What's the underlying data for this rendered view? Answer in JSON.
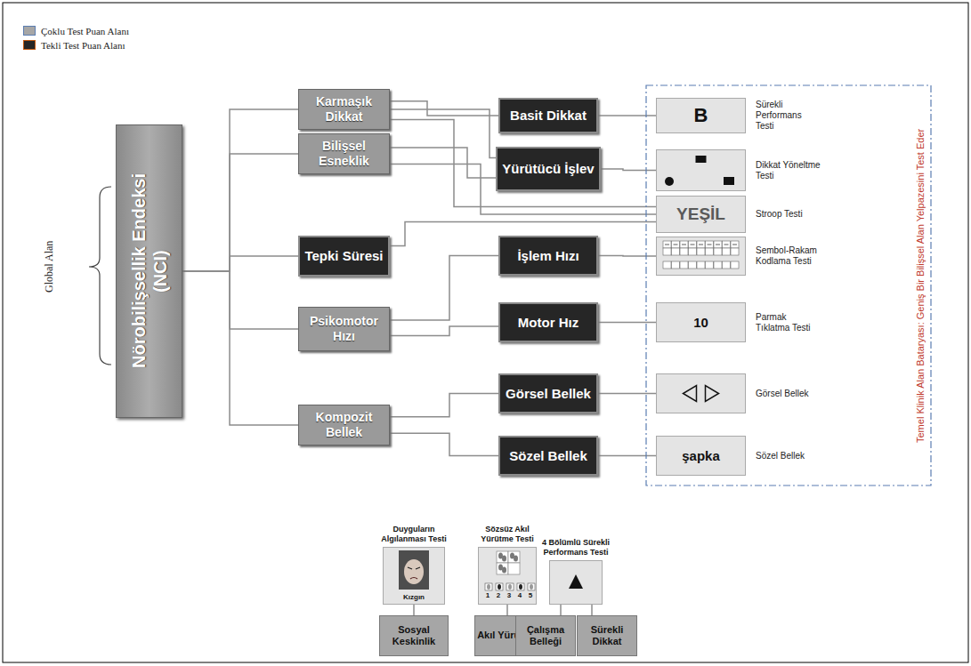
{
  "diagram": {
    "nodes": [
      {
        "text": [
          "Nörobilişsellik Endeksi (NCI)"
        ]
      },
      {
        "text": [
          "Karmaşık Dikkat"
        ]
      },
      {
        "text": [
          "Bilişsel Esneklik"
        ]
      },
      {
        "text": [
          "Tepki Süresi"
        ]
      },
      {
        "text": [
          "Psikomotor Hızı"
        ]
      },
      {
        "text": [
          "Kompozit Bellek"
        ]
      },
      {
        "text": [
          "Basit Dikkat"
        ]
      },
      {
        "text": [
          "Yürütücü İşlev"
        ]
      },
      {
        "text": [
          "İşlem Hızı"
        ]
      },
      {
        "text": [
          "Motor Hız"
        ]
      },
      {
        "text": [
          "Görsel Bellek"
        ]
      },
      {
        "text": [
          "Sözel Bellek"
        ]
      },
      {
        "text": [
          "Temel Klinik Alan Bataryası: Geniş Bir Bilişsel Alan Yelpazesini Test Eder"
        ]
      },
      {
        "text": [
          "B",
          "Sürekli Performans Testi"
        ],
        "in": 12
      },
      {
        "text": [
          "Dikkat Yöneltme Testi"
        ],
        "in": 12
      },
      {
        "text": [
          "YEŞİL",
          "Stroop Testi"
        ],
        "in": 12
      },
      {
        "text": [
          "Sembol-Rakam Kodlama Testi"
        ],
        "in": 12
      },
      {
        "text": [
          "10",
          "Parmak Tıklatma Testi"
        ],
        "in": 12
      },
      {
        "text": [
          "Görsel Bellek"
        ],
        "in": 12
      },
      {
        "text": [
          "şapka",
          "Sözel Bellek"
        ],
        "in": 12
      },
      {
        "text": [
          "Duyguların Algılanması Testi",
          "Kızgın"
        ]
      },
      {
        "text": [
          "Sözsüz Akıl Yürütme Testi"
        ]
      },
      {
        "text": [
          "4 Bölümlü Sürekli Performans Testi"
        ]
      },
      {
        "text": [
          "Sosyal Keskinlik"
        ]
      },
      {
        "text": [
          "Akıl Yürütme"
        ]
      },
      {
        "text": [
          "Çalışma Belleği"
        ]
      },
      {
        "text": [
          "Sürekli Dikkat"
        ]
      }
    ],
    "edges": [
      {
        "from": 0,
        "to": 1,
        "arrow": "none"
      },
      {
        "from": 0,
        "to": 2,
        "arrow": "none"
      },
      {
        "from": 0,
        "to": 3,
        "arrow": "none"
      },
      {
        "from": 0,
        "to": 4,
        "arrow": "none"
      },
      {
        "from": 0,
        "to": 5,
        "arrow": "none"
      },
      {
        "from": 1,
        "to": 6,
        "arrow": "none"
      },
      {
        "from": 1,
        "to": 7,
        "arrow": "none"
      },
      {
        "from": 1,
        "to": 15,
        "arrow": "none"
      },
      {
        "from": 2,
        "to": 7,
        "arrow": "none"
      },
      {
        "from": 2,
        "to": 15,
        "arrow": "none"
      },
      {
        "from": 3,
        "to": 15,
        "arrow": "none"
      },
      {
        "from": 4,
        "to": 8,
        "arrow": "none"
      },
      {
        "from": 4,
        "to": 9,
        "arrow": "none"
      },
      {
        "from": 5,
        "to": 10,
        "arrow": "none"
      },
      {
        "from": 5,
        "to": 11,
        "arrow": "none"
      },
      {
        "from": 6,
        "to": 13,
        "arrow": "none"
      },
      {
        "from": 7,
        "to": 14,
        "arrow": "none"
      },
      {
        "from": 8,
        "to": 16,
        "arrow": "none"
      },
      {
        "from": 9,
        "to": 17,
        "arrow": "none"
      },
      {
        "from": 10,
        "to": 18,
        "arrow": "none"
      },
      {
        "from": 11,
        "to": 19,
        "arrow": "none"
      },
      {
        "from": 20,
        "to": 23,
        "arrow": "none"
      },
      {
        "from": 21,
        "to": 24,
        "arrow": "none"
      },
      {
        "from": 22,
        "to": 25,
        "arrow": "none"
      },
      {
        "from": 22,
        "to": 26,
        "arrow": "none"
      }
    ],
    "labels": [
      "Global Alan",
      "1",
      "2",
      "3",
      "4",
      "5"
    ],
    "legend": [
      {
        "text": "Çoklu Test Puan Alanı",
        "color": "#a6a6a6"
      },
      {
        "text": "Tekli Test Puan Alanı",
        "color": "#262626"
      }
    ]
  }
}
